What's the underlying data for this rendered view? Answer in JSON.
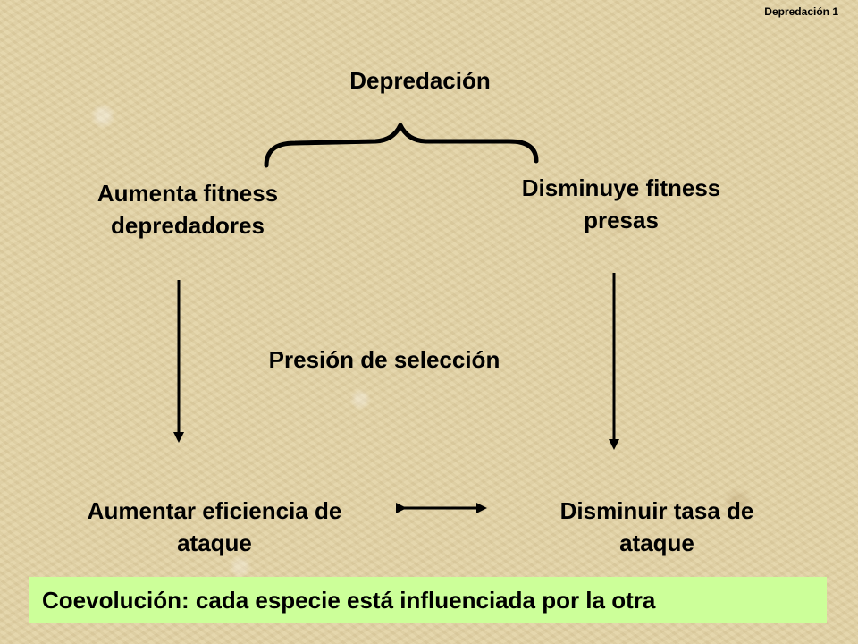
{
  "slide": {
    "corner_label": "Depredación 1",
    "title": "Depredación",
    "left_top": [
      "Aumenta fitness",
      "depredadores"
    ],
    "right_top": [
      "Disminuye fitness",
      "presas"
    ],
    "middle": "Presión de selección",
    "left_bottom": [
      "Aumentar eficiencia de",
      "ataque"
    ],
    "right_bottom": [
      "Disminuir tasa de",
      "ataque"
    ],
    "banner": "Coevolución: cada especie está influenciada por la otra",
    "colors": {
      "background": "#e3d3a6",
      "banner": "#ccff99",
      "ink": "#000000"
    }
  }
}
